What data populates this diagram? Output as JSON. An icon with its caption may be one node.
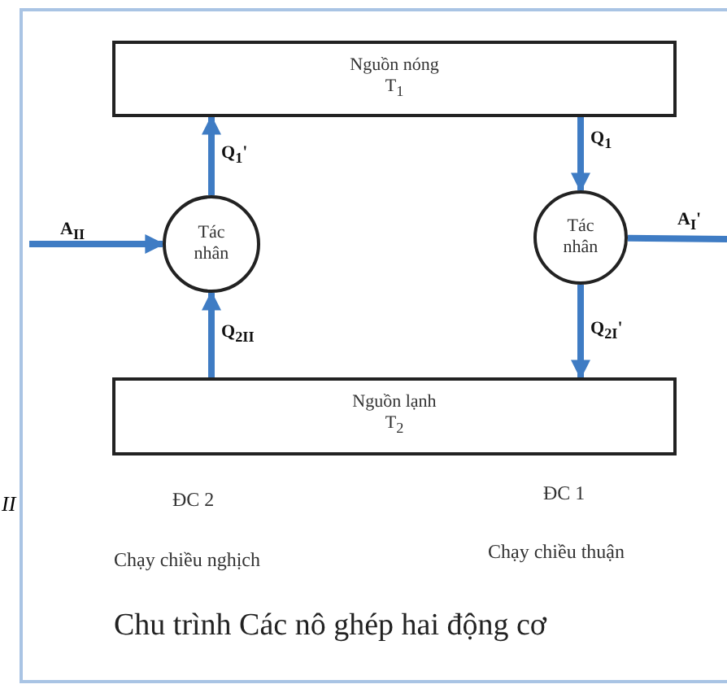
{
  "diagram": {
    "caption": "Chu trình Các nô ghép hai động cơ",
    "nodes": [
      {
        "text": [
          "Nguồn nóng",
          "T$_{1}$"
        ]
      },
      {
        "text": [
          "Tác nhân"
        ]
      },
      {
        "text": [
          "Tác nhân"
        ]
      },
      {
        "text": [
          "Nguồn lạnh",
          "T$_{2}$"
        ]
      }
    ],
    "edges": [
      {
        "from": 1,
        "to": 0,
        "arrow": "to",
        "label": "Q$_{1}$'"
      },
      {
        "from": null,
        "to": 1,
        "arrow": "to",
        "label": "A$_{II}$"
      },
      {
        "from": 3,
        "to": 1,
        "arrow": "to",
        "label": "Q$_{2II}$"
      },
      {
        "from": 0,
        "to": 2,
        "arrow": "to",
        "label": "Q$_{1}$"
      },
      {
        "from": 2,
        "to": null,
        "arrow": "none",
        "label": "A$_{I}$'"
      },
      {
        "from": 2,
        "to": 3,
        "arrow": "to",
        "label": "Q$_{2I}$'"
      }
    ],
    "labels": [
      "II",
      "ĐC 2",
      "ĐC 1",
      "Chạy chiều nghịch",
      "Chạy chiều thuận"
    ]
  }
}
